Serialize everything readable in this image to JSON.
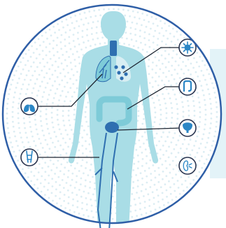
{
  "colors": {
    "ring": "#2f5fa7",
    "dots": "#dcedf3",
    "body": "#a9dde6",
    "body_dark": "#7ecbd8",
    "organ": "#2f6fb0",
    "line": "#1d2430",
    "callout_border": "#2a3550",
    "callout_icon": "#2b86c5",
    "side_panel": "#e3f3f8"
  },
  "callouts": [
    {
      "name": "lungs",
      "icon": "lungs-icon",
      "side": "left"
    },
    {
      "name": "virus",
      "icon": "virus-icon",
      "side": "right"
    },
    {
      "name": "intestine",
      "icon": "intestine-icon",
      "side": "right"
    },
    {
      "name": "bladder",
      "icon": "bladder-icon",
      "side": "right"
    },
    {
      "name": "kidney",
      "icon": "kidney-icon",
      "side": "right"
    },
    {
      "name": "vein",
      "icon": "vein-icon",
      "side": "left"
    }
  ]
}
